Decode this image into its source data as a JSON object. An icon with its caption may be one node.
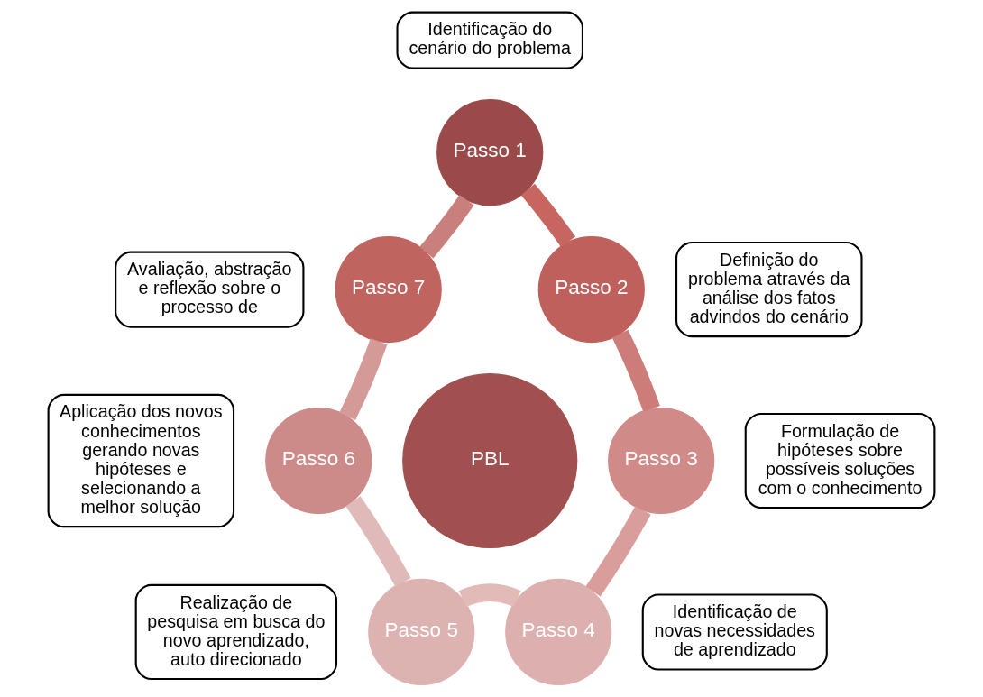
{
  "diagram": {
    "nodes": [
      {
        "text": [
          "Identificação do cenário do problema"
        ]
      },
      {
        "text": [
          "Passo 1"
        ]
      },
      {
        "text": [
          "Avaliação, abstração e reflexão sobre o processo de"
        ]
      },
      {
        "text": [
          "Passo 7"
        ]
      },
      {
        "text": [
          "Passo 2"
        ]
      },
      {
        "text": [
          "Definição do problema através da análise dos fatos advindos do cenário"
        ]
      },
      {
        "text": [
          "Aplicação dos novos conhecimentos gerando novas hipóteses e selecionando a melhor solução"
        ]
      },
      {
        "text": [
          "Passo 6"
        ]
      },
      {
        "text": [
          "PBL"
        ]
      },
      {
        "text": [
          "Passo 3"
        ]
      },
      {
        "text": [
          "Formulação de hipóteses sobre possíveis soluções com o conhecimento"
        ]
      },
      {
        "text": [
          "Realização de pesquisa em busca do novo aprendizado, auto direcionado"
        ]
      },
      {
        "text": [
          "Passo 5"
        ]
      },
      {
        "text": [
          "Passo 4"
        ]
      },
      {
        "text": [
          "Identificação de novas necessidades de aprendizado"
        ]
      }
    ],
    "edges": [
      {
        "from": 1,
        "to": 4,
        "arrow": "none",
        "color": "#c76560"
      },
      {
        "from": 4,
        "to": 9,
        "arrow": "none",
        "color": "#cd7d79"
      },
      {
        "from": 9,
        "to": 13,
        "arrow": "none",
        "color": "#d99e9c"
      },
      {
        "from": 13,
        "to": 12,
        "arrow": "none",
        "color": "#e2bbb9"
      },
      {
        "from": 12,
        "to": 7,
        "arrow": "none",
        "color": "#e0bab8"
      },
      {
        "from": 7,
        "to": 3,
        "arrow": "none",
        "color": "#d39a98"
      },
      {
        "from": 3,
        "to": 1,
        "arrow": "none",
        "color": "#c97f7c"
      }
    ]
  }
}
